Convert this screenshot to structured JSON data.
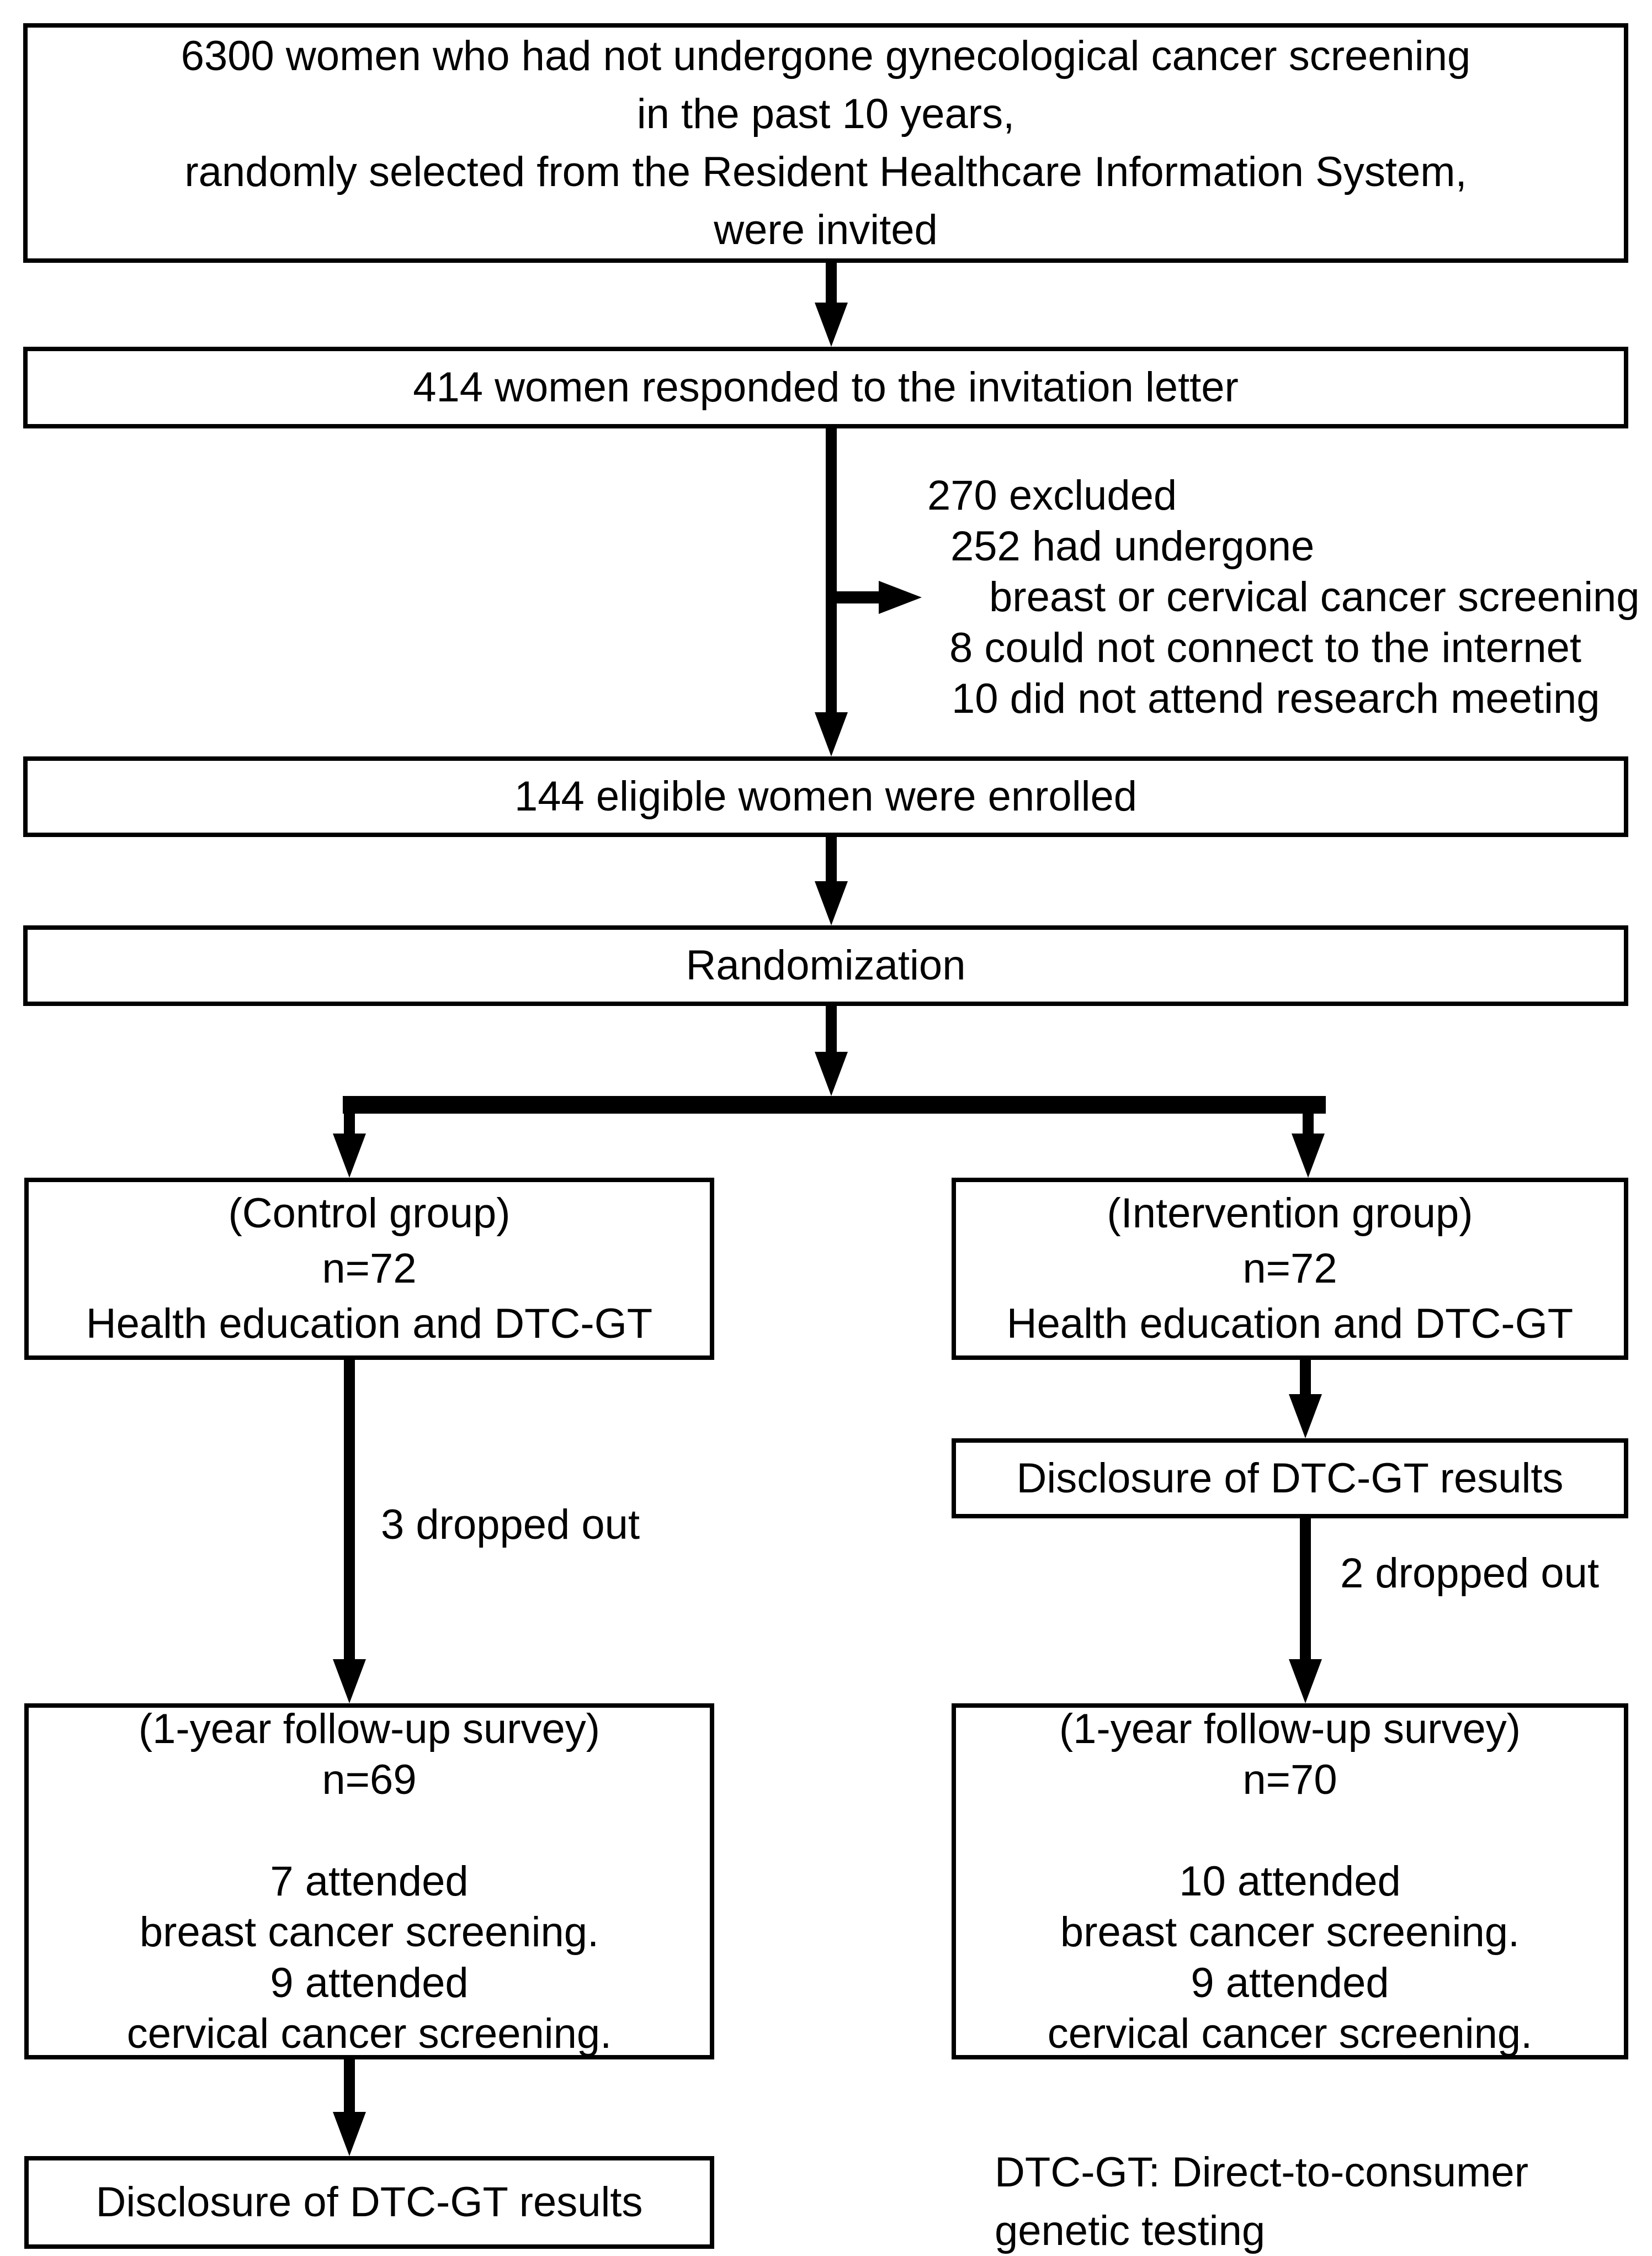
{
  "colors": {
    "ink": "#000000",
    "paper": "#ffffff"
  },
  "flow": {
    "invited": {
      "lines": [
        "6300 women who had not undergone gynecological cancer screening",
        "in the past 10 years,",
        "randomly selected from the Resident Healthcare Information System,",
        "were invited"
      ]
    },
    "responded": {
      "text": "414 women responded to the invitation letter"
    },
    "excluded": {
      "lines": [
        "270 excluded",
        "252 had undergone",
        "breast or cervical cancer screening",
        "8 could not connect to the internet",
        "10 did not attend research meeting"
      ]
    },
    "enrolled": {
      "text": "144 eligible women were enrolled"
    },
    "randomization": {
      "text": "Randomization"
    },
    "control": {
      "lines": [
        "(Control group)",
        "n=72",
        "Health education and DTC-GT"
      ]
    },
    "intervention": {
      "lines": [
        "(Intervention group)",
        "n=72",
        "Health education and DTC-GT"
      ]
    },
    "disclosure_intervention": {
      "text": "Disclosure of DTC-GT results"
    },
    "dropout_control": {
      "text": "3 dropped out"
    },
    "dropout_intervention": {
      "text": "2 dropped out"
    },
    "followup_control": {
      "lines": [
        "(1-year follow-up survey)",
        "n=69",
        "",
        "7 attended",
        "breast cancer screening.",
        "9 attended",
        "cervical cancer screening."
      ]
    },
    "followup_intervention": {
      "lines": [
        "(1-year follow-up survey)",
        "n=70",
        "",
        "10 attended",
        "breast cancer screening.",
        "9 attended",
        "cervical cancer screening."
      ]
    },
    "disclosure_control": {
      "text": "Disclosure of DTC-GT results"
    },
    "abbreviation": {
      "lines": [
        "DTC-GT: Direct-to-consumer",
        "genetic testing"
      ]
    }
  }
}
